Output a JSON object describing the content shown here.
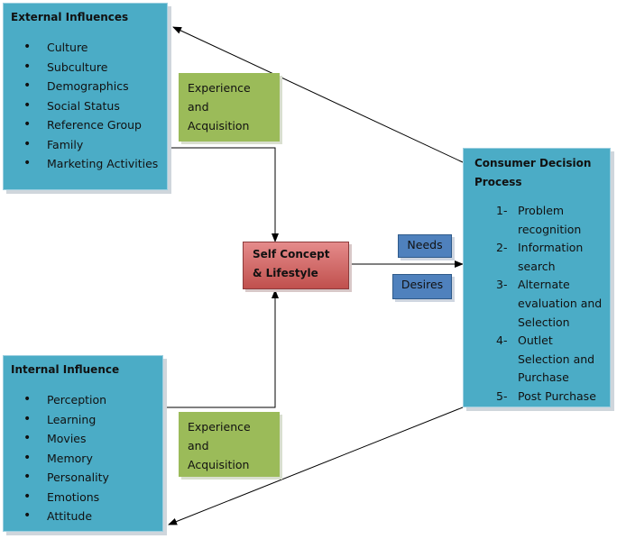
{
  "external": {
    "title": "External Influences",
    "items": [
      "Culture",
      "Subculture",
      "Demographics",
      "Social Status",
      "Reference Group",
      "Family",
      "Marketing Activities"
    ]
  },
  "internal": {
    "title": "Internal Influence",
    "items": [
      "Perception",
      "Learning",
      "Movies",
      "Memory",
      "Personality",
      "Emotions",
      "Attitude"
    ]
  },
  "experience_top": "Experience and Acquisition",
  "experience_bottom": "Experience and Acquisition",
  "self_concept": "Self Concept & Lifestyle",
  "needs": "Needs",
  "desires": "Desires",
  "decision": {
    "title": "Consumer Decision Process",
    "steps": [
      {
        "num": "1-",
        "text": "Problem recognition"
      },
      {
        "num": "2-",
        "text": "Information search"
      },
      {
        "num": "3-",
        "text": "Alternate evaluation and Selection"
      },
      {
        "num": "4-",
        "text": "Outlet Selection and Purchase"
      },
      {
        "num": "5-",
        "text": "Post Purchase"
      }
    ]
  },
  "colors": {
    "teal": "#4bacc6",
    "green": "#9bbb59",
    "red": "#c0504d",
    "blue": "#4f81bd"
  }
}
